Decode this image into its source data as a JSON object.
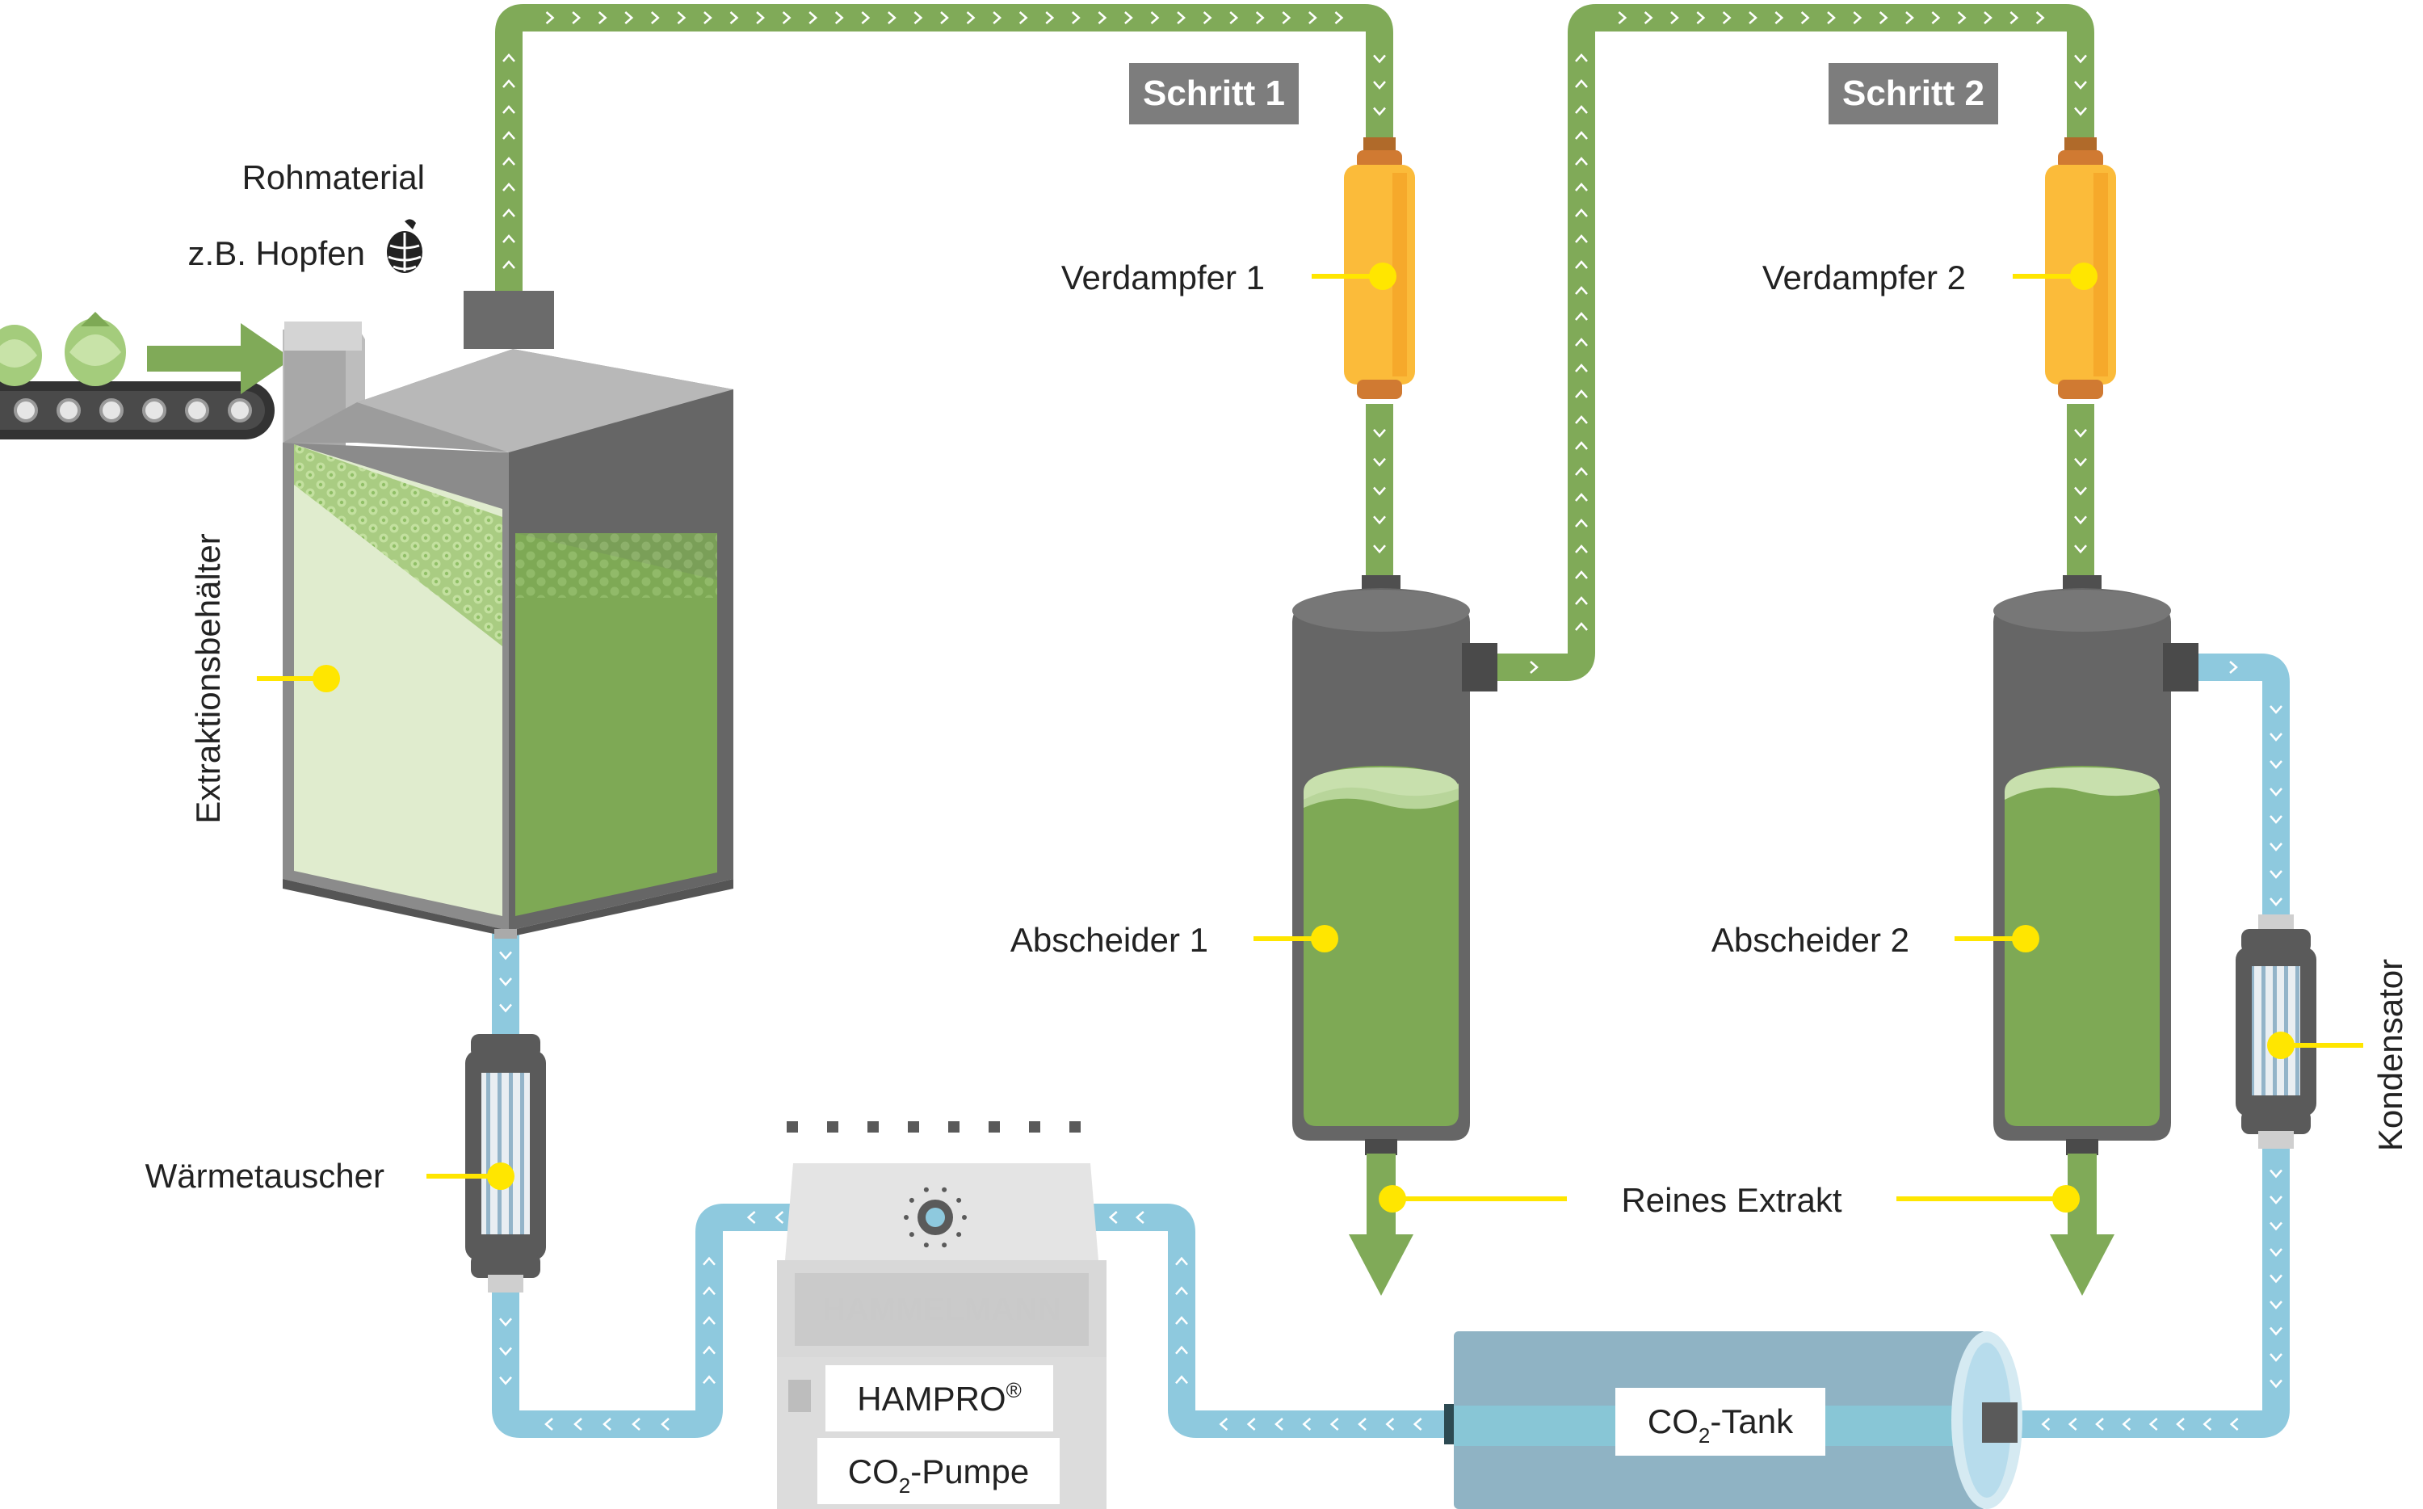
{
  "labels": {
    "rohmaterial": "Rohmaterial",
    "hopfen": "z.B. Hopfen",
    "behaelter": "Extraktionsbehälter",
    "waermetauscher": "Wärmetauscher",
    "verdampfer1": "Verdampfer 1",
    "verdampfer2": "Verdampfer 2",
    "abscheider1": "Abscheider 1",
    "abscheider2": "Abscheider 2",
    "reines_extrakt": "Reines Extrakt",
    "kondensator": "Kondensator"
  },
  "steps": {
    "step1": "Schritt 1",
    "step2": "Schritt 2"
  },
  "pump": {
    "brand": "HAMMELMANN",
    "model": "HAMPRO",
    "model_mark": "®",
    "label_prefix": "CO",
    "label_sub": "2",
    "label_suffix": "-Pumpe"
  },
  "tank": {
    "label_prefix": "CO",
    "label_sub": "2",
    "label_suffix": "-Tank"
  },
  "colors": {
    "green_pipe": "#80aa58",
    "blue_pipe": "#8ec9de",
    "vessel_dark": "#666666",
    "vessel_light": "#9e9e9e",
    "liquid_green": "#7ea955",
    "liquid_light": "#e0ecce",
    "evaporator": "#fbbb3a",
    "evaporator_cap": "#d07a32",
    "label_box": "#7d7d7d",
    "leader_yellow": "#ffe600",
    "tank_blue": "#8fb3c4"
  },
  "icons": [
    "hop-icon",
    "conveyor-belt",
    "arrow-right-icon",
    "arrow-down-icon",
    "flow-chevron-icon"
  ]
}
